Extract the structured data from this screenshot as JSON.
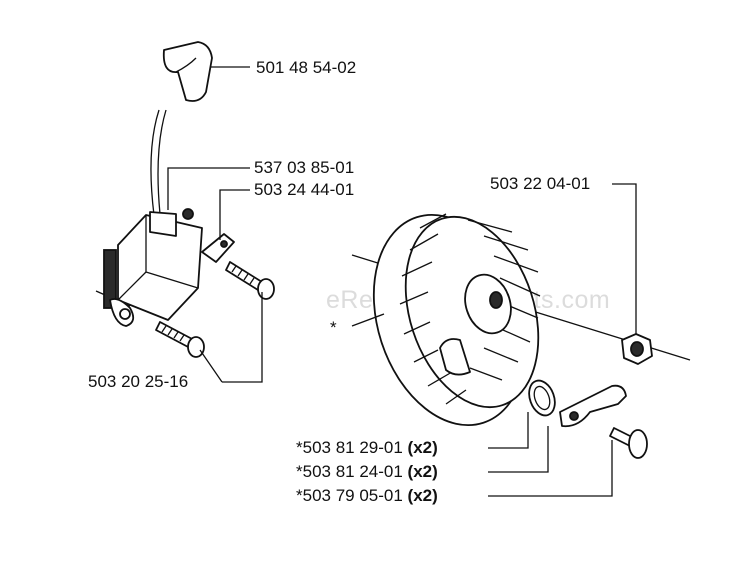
{
  "watermark": "eReplacementParts.com",
  "labels": {
    "boot": "501 48 54-02",
    "coil": "537 03 85-01",
    "wire_clip": "503 24 44-01",
    "coil_screws": "503 20 25-16",
    "flywheel_nut": "503 22 04-01",
    "flywheel_asterisk": "*",
    "spring": {
      "text": "*503 81 29-01 ",
      "qty": "(x2)"
    },
    "pawl": {
      "text": "*503 81 24-01 ",
      "qty": "(x2)"
    },
    "pawl_bolt": {
      "text": "*503 79 05-01 ",
      "qty": "(x2)"
    }
  }
}
